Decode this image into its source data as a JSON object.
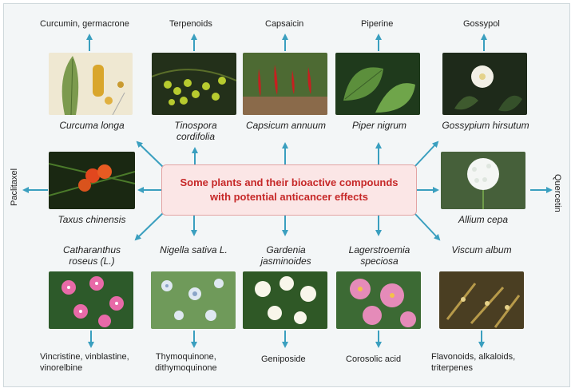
{
  "title": "Some plants and their bioactive compounds\nwith potential anticancer effects",
  "colors": {
    "arrow": "#3a9fbf",
    "title": "#c62828",
    "box_fill": "#fbe6e6",
    "box_border": "#e3a4a4"
  },
  "top": [
    {
      "compound": "Curcumin, germacrone",
      "plant": "Curcuma longa"
    },
    {
      "compound": "Terpenoids",
      "plant": "Tinospora\ncordifolia"
    },
    {
      "compound": "Capsaicin",
      "plant": "Capsicum annuum"
    },
    {
      "compound": "Piperine",
      "plant": "Piper nigrum"
    },
    {
      "compound": "Gossypol",
      "plant": "Gossypium hirsutum"
    }
  ],
  "left": {
    "compound": "Paclitaxel",
    "plant": "Taxus chinensis"
  },
  "right": {
    "compound": "Quercetin",
    "plant": "Allium cepa"
  },
  "bottom": [
    {
      "plant": "Catharanthus\nroseus (L.)",
      "compound": "Vincristine, vinblastine,\nvinorelbine"
    },
    {
      "plant": "Nigella sativa L.",
      "compound": "Thymoquinone,\ndithymoquinone"
    },
    {
      "plant": "Gardenia\njasminoides",
      "compound": "Geniposide"
    },
    {
      "plant": "Lagerstroemia\nspeciosa",
      "compound": "Corosolic acid"
    },
    {
      "plant": "Viscum album",
      "compound": "Flavonoids, alkaloids,\ntriterpenes"
    }
  ]
}
